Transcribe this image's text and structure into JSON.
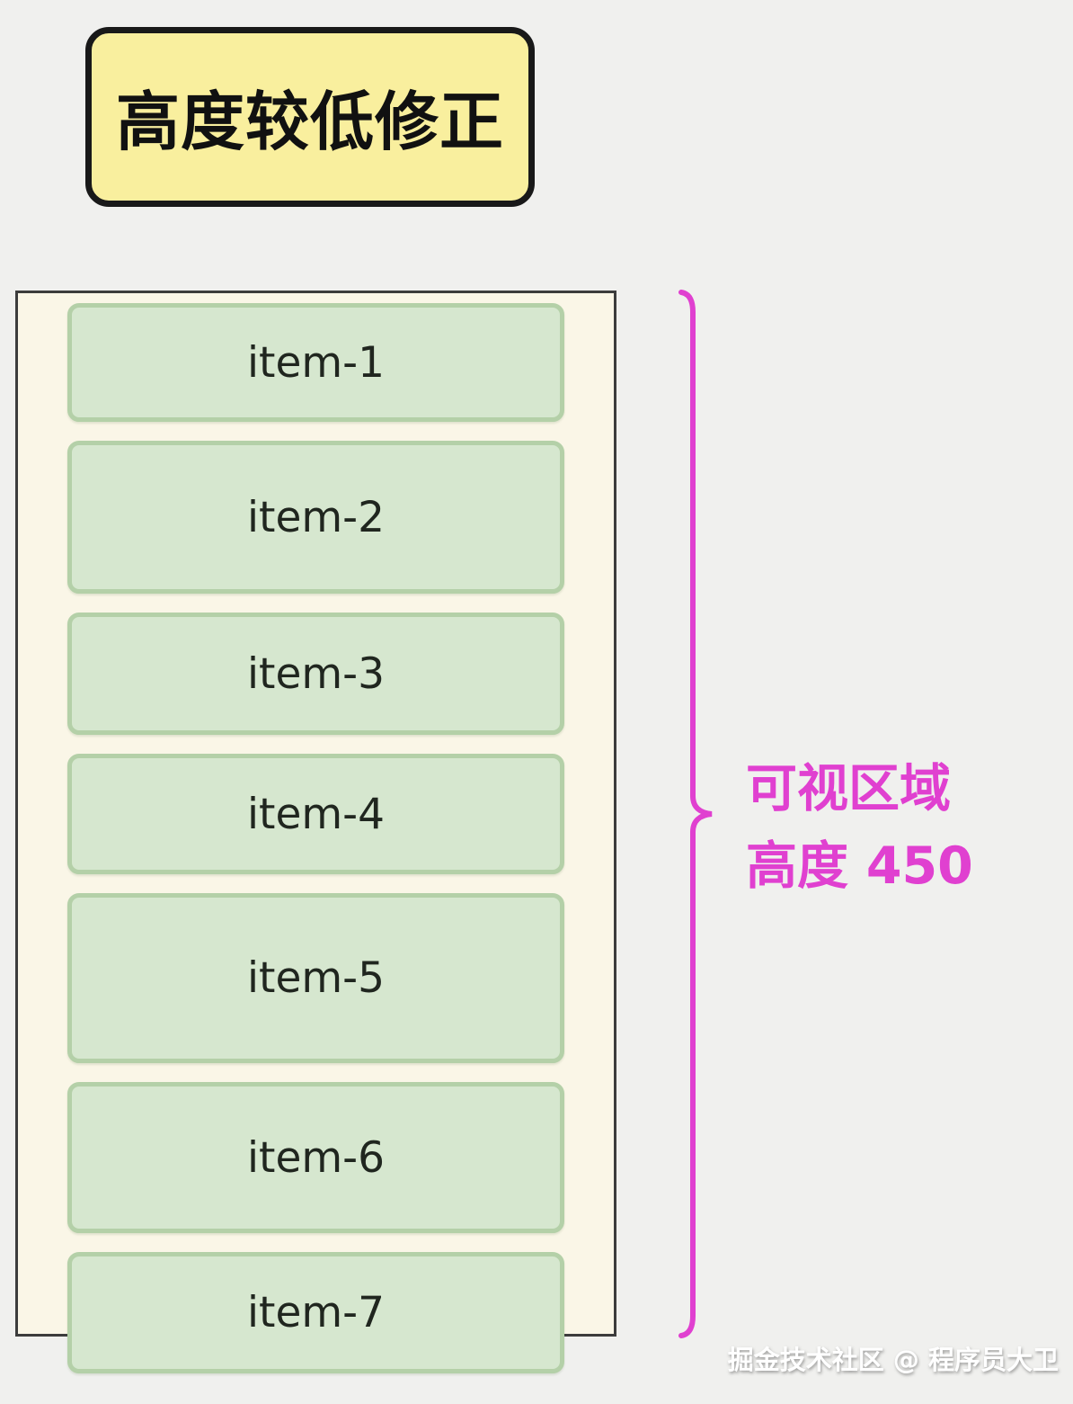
{
  "title": "高度较低修正",
  "list": {
    "items": [
      {
        "label": "item-1",
        "height": 132
      },
      {
        "label": "item-2",
        "height": 170
      },
      {
        "label": "item-3",
        "height": 136
      },
      {
        "label": "item-4",
        "height": 134
      },
      {
        "label": "item-5",
        "height": 189
      },
      {
        "label": "item-6",
        "height": 168
      },
      {
        "label": "item-7",
        "height": 135
      }
    ]
  },
  "annotation": {
    "line1": "可视区域",
    "line2": "高度 450"
  },
  "watermark": "掘金技术社区 @ 程序员大卫",
  "colors": {
    "bg": "#f0f0ee",
    "title-fill": "#f9ef9e",
    "title-border": "#191919",
    "container-fill": "#faf6e7",
    "container-border": "#3c3c3c",
    "item-fill": "#d6e7cf",
    "item-border": "#b4d0a8",
    "item-text": "#20261f",
    "accent-pink": "#e040d0",
    "watermark": "#ffffff"
  }
}
